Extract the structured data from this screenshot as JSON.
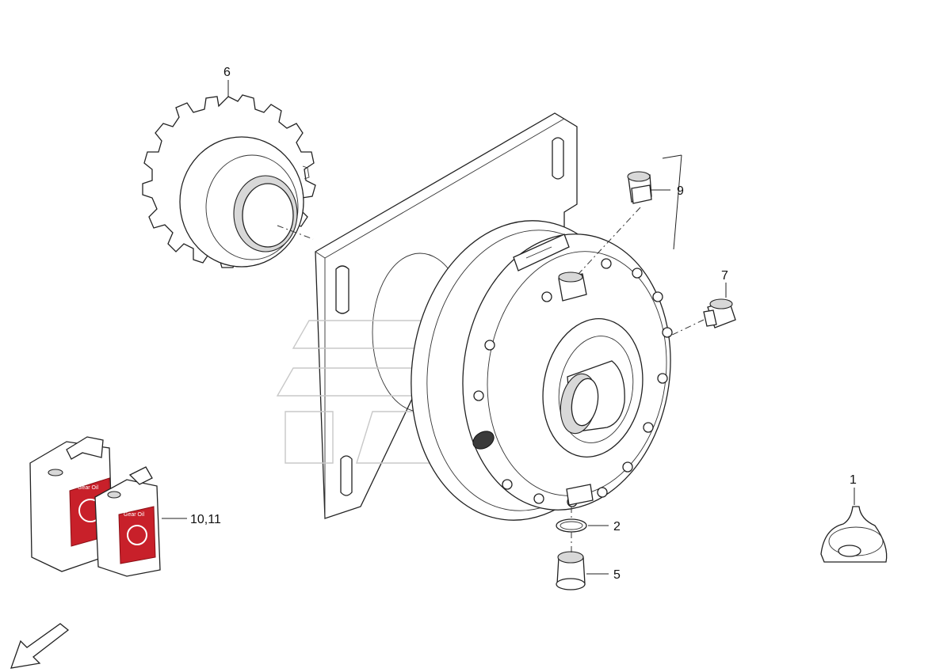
{
  "callouts": {
    "c1": "1",
    "c2": "2",
    "c5": "5",
    "c6": "6",
    "c7": "7",
    "c9": "9",
    "c10_11": "10,11"
  },
  "oil_labels": {
    "big": "Gear Oil",
    "small": "Gear Oil"
  },
  "colors": {
    "oil_label": "#c8202a",
    "line": "#222222",
    "watermark": "#c8c8c8"
  }
}
